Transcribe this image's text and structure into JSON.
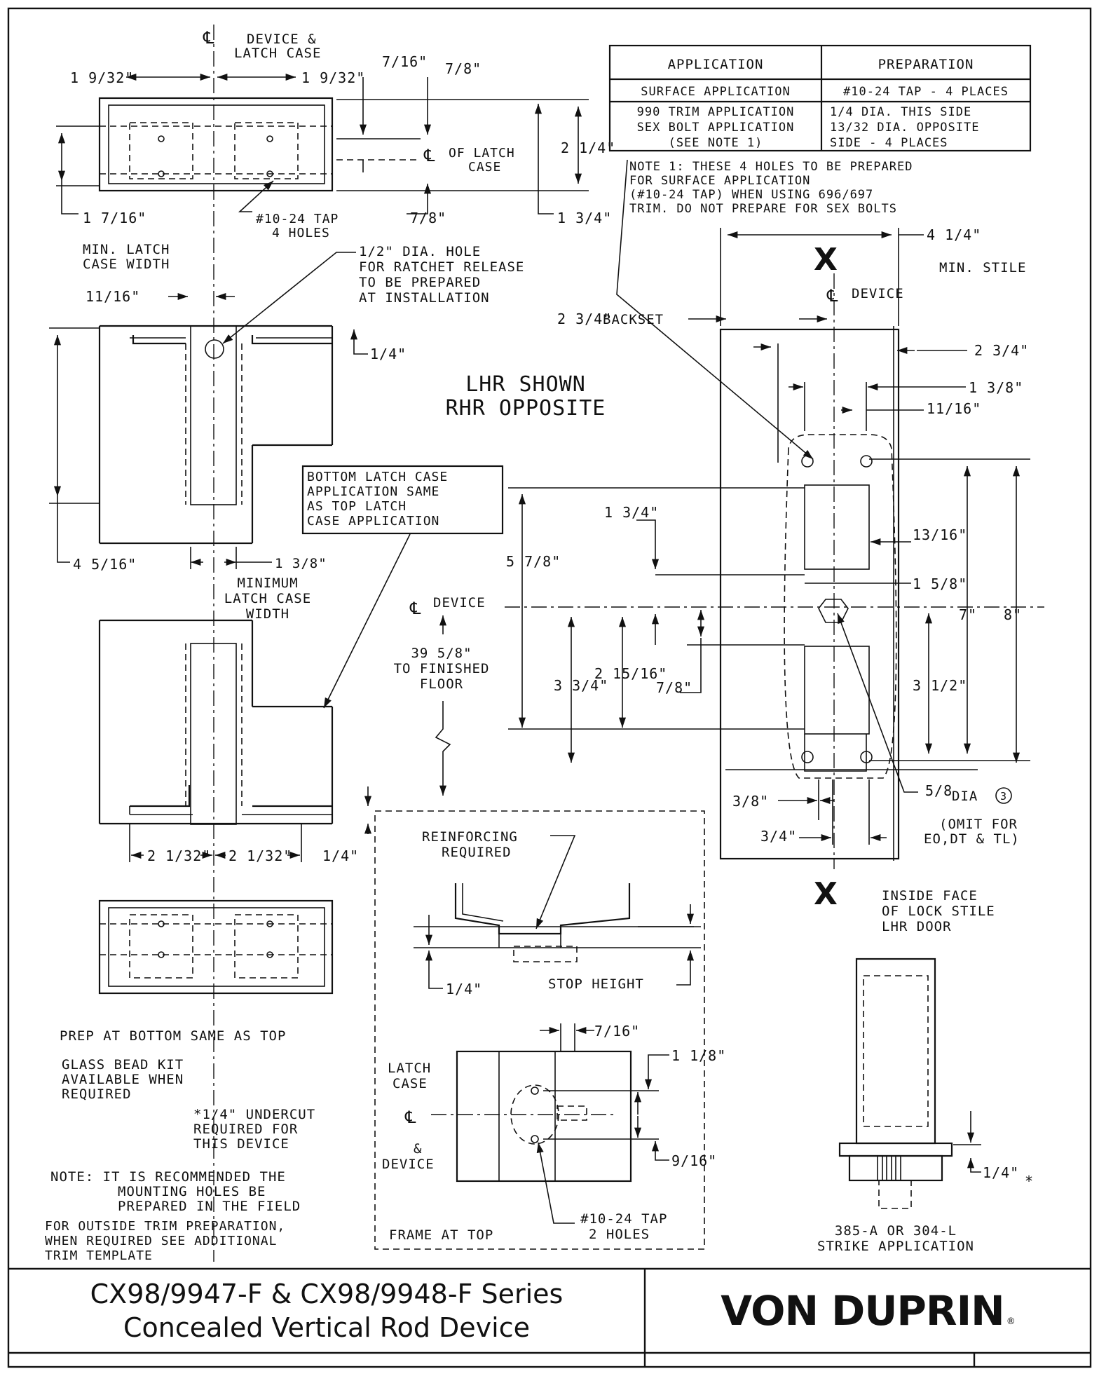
{
  "application_table": {
    "header_application": "APPLICATION",
    "header_preparation": "PREPARATION",
    "row1_application": "SURFACE APPLICATION",
    "row1_preparation": "#10-24 TAP - 4 PLACES",
    "row2_application_lines": [
      "990 TRIM APPLICATION",
      "SEX BOLT APPLICATION",
      "(SEE NOTE 1)"
    ],
    "row2_preparation_lines": [
      "1/4 DIA. THIS SIDE",
      "13/32 DIA. OPPOSITE",
      "SIDE - 4 PLACES"
    ]
  },
  "note_1_lines": [
    "NOTE 1: THESE 4 HOLES TO BE PREPARED",
    "FOR SURFACE APPLICATION",
    "(#10-24 TAP) WHEN USING 696/697",
    "TRIM. DO NOT PREPARE FOR SEX BOLTS"
  ],
  "top_latch_case": {
    "centerline_label_lines": [
      "DEVICE &",
      "LATCH CASE"
    ],
    "dim_left_1_9_32": "1 9/32\"",
    "dim_right_1_9_32": "1 9/32\"",
    "dim_7_16": "7/16\"",
    "dim_7_8_top": "7/8\"",
    "latch_case_cl_lines": [
      "OF LATCH",
      "CASE"
    ],
    "dim_2_1_4": "2 1/4\"",
    "dim_1_7_16": "1 7/16\"",
    "tap_label_lines": [
      "#10-24 TAP",
      "4 HOLES"
    ],
    "dim_7_8_bottom": "7/8\"",
    "dim_1_3_4": "1 3/4\"",
    "min_width_lines": [
      "MIN. LATCH",
      "CASE WIDTH"
    ]
  },
  "ratchet_note_lines": [
    "1/2\" DIA. HOLE",
    "FOR RATCHET RELEASE",
    "TO BE PREPARED",
    "AT INSTALLATION"
  ],
  "side_view": {
    "dim_11_16": "11/16\"",
    "dim_1_4": "1/4\"",
    "dim_4_5_16": "4 5/16\"",
    "dim_1_3_8": "1 3/8\"",
    "min_latch_lines": [
      "MINIMUM",
      "LATCH CASE",
      "WIDTH"
    ]
  },
  "handing_lines": [
    "LHR SHOWN",
    "RHR OPPOSITE"
  ],
  "bottom_note_lines": [
    "BOTTOM LATCH CASE",
    "APPLICATION SAME",
    "AS TOP LATCH",
    "CASE APPLICATION"
  ],
  "device_centerline": {
    "label": "DEVICE",
    "floor_lines": [
      "39 5/8\"",
      "TO FINISHED",
      "FLOOR"
    ]
  },
  "lower_side": {
    "dim_2_1_32_left": "2 1/32\"",
    "dim_2_1_32_right": "2 1/32\"",
    "dim_1_4": "1/4\""
  },
  "bottom_view_note": "PREP AT BOTTOM SAME AS TOP",
  "left_notes": {
    "glass_bead_lines": [
      "GLASS BEAD KIT",
      "AVAILABLE WHEN",
      "REQUIRED"
    ],
    "undercut_lines": [
      "*1/4\" UNDERCUT",
      "REQUIRED FOR",
      "THIS DEVICE"
    ],
    "mounting_lines": [
      "NOTE: IT IS RECOMMENDED THE",
      "MOUNTING HOLES BE",
      "PREPARED IN THE FIELD"
    ],
    "trim_lines": [
      "FOR OUTSIDE TRIM PREPARATION,",
      "WHEN REQUIRED SEE ADDITIONAL",
      "TRIM TEMPLATE"
    ]
  },
  "frame_detail": {
    "reinforcing_lines": [
      "REINFORCING",
      "REQUIRED"
    ],
    "stop_height": "STOP HEIGHT",
    "dim_1_4": "1/4\"",
    "dim_7_16": "7/16\"",
    "dim_1_1_8": "1 1/8\"",
    "dim_9_16": "9/16\"",
    "latch_case_lines": [
      "LATCH",
      "CASE"
    ],
    "and_device_lines": [
      "&",
      "DEVICE"
    ],
    "tap_lines": [
      "#10-24 TAP",
      "2 HOLES"
    ],
    "frame_at_top": "FRAME AT TOP"
  },
  "stile_view": {
    "x_marker": "X",
    "dim_4_1_4": "4 1/4\"",
    "min_stile": "MIN. STILE",
    "device_cl": "DEVICE",
    "backset_value": "2 3/4\"",
    "backset_label": "BACKSET",
    "dim_2_3_4": "2 3/4\"",
    "dim_1_3_8": "1 3/8\"",
    "dim_11_16": "11/16\"",
    "dim_1_3_4": "1 3/4\"",
    "dim_13_16": "13/16\"",
    "dim_1_5_8": "1 5/8\"",
    "dim_5_7_8": "5 7/8\"",
    "dim_7": "7\"",
    "dim_8": "8\"",
    "dim_3_3_4": "3 3/4\"",
    "dim_2_15_16": "2 15/16\"",
    "dim_7_8": "7/8\"",
    "dim_3_1_2": "3 1/2\"",
    "dim_5_8_dia": "5/8",
    "dia_label": "DIA",
    "note_ref": "3",
    "omit_lines": [
      "(OMIT FOR",
      "EO,DT & TL)"
    ],
    "dim_3_8": "3/8\"",
    "dim_3_4": "3/4\"",
    "inside_face_lines": [
      "INSIDE FACE",
      "OF LOCK STILE",
      "LHR DOOR"
    ]
  },
  "strike": {
    "dim_1_4": "1/4\"",
    "asterisk": "*",
    "label_lines": [
      "385-A OR 304-L",
      "STRIKE APPLICATION"
    ]
  },
  "title_block": {
    "title_line1": "CX98/9947-F & CX98/9948-F Series",
    "title_line2": "Concealed Vertical Rod Device",
    "brand": "VON DUPRIN",
    "brand_mark": "®"
  }
}
